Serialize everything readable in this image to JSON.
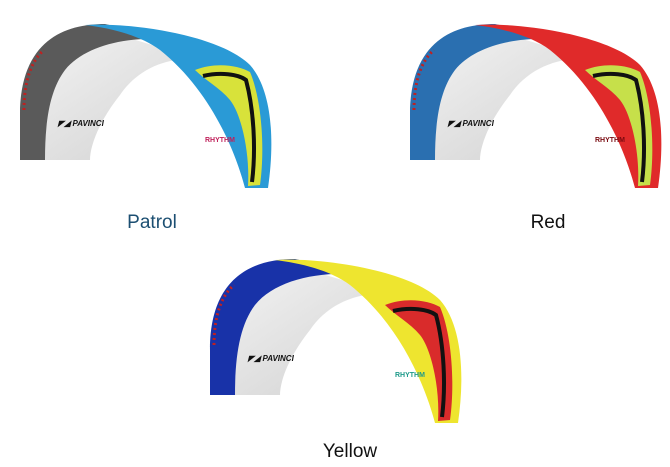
{
  "variants": [
    {
      "id": "patrol",
      "caption": "Patrol",
      "caption_color": "#1c4f72",
      "logo": "PAVINCI",
      "model": "RHYTHM",
      "colors": {
        "leading": "#5a5a5a",
        "main": "#2a9ad6",
        "stripe": "#d8e23a",
        "inner": "#e3e3e3"
      }
    },
    {
      "id": "red",
      "caption": "Red",
      "caption_color": "#111111",
      "logo": "PAVINCI",
      "model": "RHYTHM",
      "colors": {
        "leading": "#2a6fb0",
        "main": "#e02a2a",
        "stripe": "#c6e04a",
        "inner": "#e3e3e3"
      }
    },
    {
      "id": "yellow",
      "caption": "Yellow",
      "caption_color": "#111111",
      "logo": "PAVINCI",
      "model": "RHYTHM",
      "colors": {
        "leading": "#1832a8",
        "main": "#eee52f",
        "stripe": "#d92b2b",
        "inner": "#e3e3e3"
      }
    }
  ]
}
